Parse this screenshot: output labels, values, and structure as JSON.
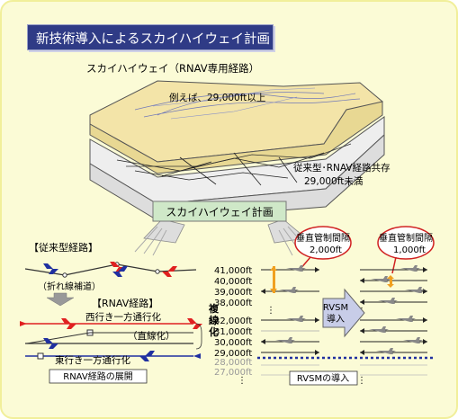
{
  "title": "新技術導入によるスカイハイウェイ計画",
  "diagram": {
    "skyhighway_label": "スカイハイウェイ（RNAV専用経路）",
    "example_label": "例えば、29,000ft以上",
    "shared_label_line1": "従来型･RNAV経路共存",
    "shared_label_line2": "29,000ft未満",
    "plan_box": "スカイハイウェイ計画"
  },
  "left_panel": {
    "conventional_heading": "【従来型経路】",
    "folded_label": "（折れ線補道）",
    "rnav_heading": "【RNAV経路】",
    "westbound": "西行き一方通行化",
    "straightened": "（直線化）",
    "eastbound": "東行き一方通行化",
    "multiplex": [
      "複",
      "線",
      "化"
    ],
    "caption": "RNAV経路の展開"
  },
  "right_panel": {
    "callout_left_line1": "垂直管制間隔",
    "callout_left_line2": "2,000ft",
    "callout_right_line1": "垂直管制間隔",
    "callout_right_line2": "1,000ft",
    "altitudes": [
      "41,000ft",
      "40,000ft",
      "39,000ft",
      "38,000ft",
      "32,000ft",
      "31,000ft",
      "30,000ft",
      "29,000ft",
      "28,000ft",
      "27,000ft"
    ],
    "rvsm_arrow_line1": "RVSM",
    "rvsm_arrow_line2": "導入",
    "caption": "RVSMの導入"
  },
  "colors": {
    "title_bg": "#2f3b86",
    "background": "#fbfbd6",
    "plan_box": "#cfe8c8",
    "callout_border": "#d02020",
    "rnav_red": "#e02020",
    "aircraft_blue": "#2030a0",
    "separation_orange": "#f0a020"
  }
}
